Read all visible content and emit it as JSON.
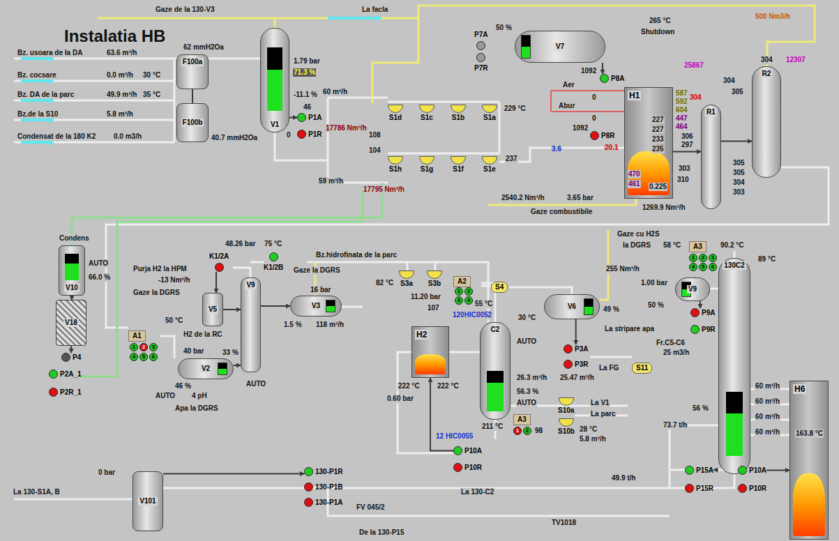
{
  "diagram": {
    "title": "Instalatia HB",
    "nodes": [
      {
        "text": [
          "F100a"
        ]
      },
      {
        "text": [
          "F100b"
        ]
      },
      {
        "text": [
          "V1"
        ]
      },
      {
        "text": [
          "P1A"
        ]
      },
      {
        "text": [
          "P1R"
        ]
      },
      {
        "text": [
          "S1d"
        ]
      },
      {
        "text": [
          "S1c"
        ]
      },
      {
        "text": [
          "S1b"
        ]
      },
      {
        "text": [
          "S1a"
        ]
      },
      {
        "text": [
          "S1h"
        ]
      },
      {
        "text": [
          "S1g"
        ]
      },
      {
        "text": [
          "S1f"
        ]
      },
      {
        "text": [
          "S1e"
        ]
      },
      {
        "text": [
          "P7A"
        ]
      },
      {
        "text": [
          "P7R"
        ]
      },
      {
        "text": [
          "V7"
        ]
      },
      {
        "text": [
          "P8A"
        ]
      },
      {
        "text": [
          "P8R"
        ]
      },
      {
        "text": [
          "H1"
        ]
      },
      {
        "text": [
          "R1"
        ]
      },
      {
        "text": [
          "R2"
        ]
      },
      {
        "text": [
          "V10"
        ]
      },
      {
        "text": [
          "V18"
        ]
      },
      {
        "text": [
          "P4"
        ]
      },
      {
        "text": [
          "P2A_1"
        ]
      },
      {
        "text": [
          "P2R_1"
        ]
      },
      {
        "text": [
          "K1/2A"
        ]
      },
      {
        "text": [
          "K1/2B"
        ]
      },
      {
        "text": [
          "V5"
        ]
      },
      {
        "text": [
          "V9"
        ]
      },
      {
        "text": [
          "A1"
        ]
      },
      {
        "text": [
          "V2"
        ]
      },
      {
        "text": [
          "V3"
        ]
      },
      {
        "text": [
          "A2"
        ]
      },
      {
        "text": [
          "S3a"
        ]
      },
      {
        "text": [
          "S3b"
        ]
      },
      {
        "text": [
          "S4"
        ]
      },
      {
        "text": [
          "C2"
        ]
      },
      {
        "text": [
          "H2"
        ]
      },
      {
        "text": [
          "P10A"
        ]
      },
      {
        "text": [
          "P10R"
        ]
      },
      {
        "text": [
          "A3"
        ]
      },
      {
        "text": [
          "S10a"
        ]
      },
      {
        "text": [
          "S10b"
        ]
      },
      {
        "text": [
          "V6"
        ]
      },
      {
        "text": [
          "P3A"
        ]
      },
      {
        "text": [
          "P3R"
        ]
      },
      {
        "text": [
          "S11"
        ]
      },
      {
        "text": [
          "A3"
        ]
      },
      {
        "text": [
          "V9"
        ]
      },
      {
        "text": [
          "P9A"
        ]
      },
      {
        "text": [
          "P9R"
        ]
      },
      {
        "text": [
          "130C2"
        ]
      },
      {
        "text": [
          "H6"
        ]
      },
      {
        "text": [
          "P15A"
        ]
      },
      {
        "text": [
          "P15R"
        ]
      },
      {
        "text": [
          "P10A"
        ]
      },
      {
        "text": [
          "P10R"
        ]
      },
      {
        "text": [
          "V101"
        ]
      },
      {
        "text": [
          "130-P1R"
        ]
      },
      {
        "text": [
          "130-P1B"
        ]
      },
      {
        "text": [
          "130-P1A"
        ]
      }
    ],
    "edges": [
      {
        "from": 0,
        "to": 1,
        "arrow": "none"
      },
      {
        "from": 2,
        "to": 3,
        "arrow": "to"
      },
      {
        "from": 15,
        "to": 16,
        "arrow": "to"
      },
      {
        "from": 18,
        "to": 19,
        "arrow": "to"
      },
      {
        "from": 19,
        "to": 20,
        "arrow": "to"
      },
      {
        "from": 21,
        "to": 22,
        "arrow": "to"
      },
      {
        "from": 22,
        "to": 23,
        "arrow": "to"
      },
      {
        "from": 26,
        "to": 28,
        "arrow": "to"
      },
      {
        "from": 28,
        "to": 29,
        "arrow": "to"
      },
      {
        "from": 29,
        "to": 32,
        "arrow": "to"
      },
      {
        "from": 31,
        "to": 29,
        "arrow": "to"
      },
      {
        "from": 44,
        "to": 45,
        "arrow": "to"
      },
      {
        "from": 39,
        "to": 38,
        "arrow": "to"
      },
      {
        "from": 49,
        "to": 50,
        "arrow": "to"
      },
      {
        "from": 52,
        "to": 54,
        "arrow": "to"
      },
      {
        "from": 56,
        "to": 53,
        "arrow": "to"
      },
      {
        "from": 58,
        "to": 59,
        "arrow": "to"
      }
    ],
    "labels": [
      "Gaze de la 130-V3",
      "La facla",
      "Bz. usoara de la DA",
      "63.6 m³/h",
      "Bz. cocsare",
      "0.0 m³/h",
      "30 °C",
      "Bz. DA de la parc",
      "49.9 m³/h",
      "35 °C",
      "Bz.de la S10",
      "5.8 m³/h",
      "Condensat de la 180 K2",
      "0.0 m3/h",
      "62 mmH2Oa",
      "40.7 mmH2Oa",
      "1.79 bar",
      "71.3 %",
      "-11.1 %",
      "46",
      "0",
      "60 m³/h",
      "59 m³/h",
      "17786 Nm³/h",
      "17795 Nm³/h",
      "108",
      "104",
      "229 °C",
      "237",
      "50 %",
      "3.6",
      "Aer",
      "Abur",
      "1092",
      "0",
      "0",
      "1092",
      "20.1",
      "265 °C",
      "Shutdown",
      "587",
      "592",
      "604",
      "447",
      "464",
      "306",
      "297",
      "303",
      "310",
      "0.225",
      "470",
      "461",
      "227",
      "227",
      "233",
      "235",
      "2540.2 Nm³/h",
      "3.65 bar",
      "1269.9 Nm³/h",
      "Gaze combustibile",
      "25867",
      "304",
      "304",
      "305",
      "304",
      "12307",
      "500 Nm3/h",
      "305",
      "305",
      "304",
      "303",
      "Condens",
      "AUTO",
      "66.0 %",
      "Purja H2 la HPM",
      "-13 Nm³/h",
      "48.26 bar",
      "75 °C",
      "Gaze la DGRS",
      "H2 de la RC",
      "50 °C",
      "40 bar",
      "33 %",
      "46 %",
      "4 pH",
      "AUTO",
      "AUTO",
      "Apa la DGRS",
      "Gaze la DGRS",
      "16 bar",
      "1.5 %",
      "118 m³/h",
      "Bz.hidrofinata de la parc",
      "82 °C",
      "11.20 bar",
      "107",
      "55 °C",
      "120HIC0052",
      "30 °C",
      "Gaze cu H2S",
      "la DGRS",
      "255 Nm³/h",
      "1.00 bar",
      "50 %",
      "49 %",
      "58 °C",
      "90.2 °C",
      "89 °C",
      "La stripare apa",
      "AUTO",
      "26.3 m³/h",
      "25.47 m³/h",
      "La FG",
      "Fr.C5-C6",
      "25 m3/h",
      "56.3 %",
      "AUTO",
      "La V1",
      "La parc",
      "211 °C",
      "98",
      "28 °C",
      "5.8 m³/h",
      "12 HIC0055",
      "222 °C",
      "222 °C",
      "0.60 bar",
      "56 %",
      "73.7 t/h",
      "49.9 t/h",
      "60 m³/h",
      "60 m³/h",
      "60 m³/h",
      "60 m³/h",
      "163.8 °C",
      "0 bar",
      "La 130-S1A, B",
      "FV 045/2",
      "La 130-C2",
      "De la 130-P15",
      "TV1018",
      "1",
      "2",
      "3",
      "4",
      "5",
      "6",
      "1",
      "2",
      "3",
      "4",
      "1",
      "2",
      "3",
      "4",
      "5",
      "6",
      "1",
      "2"
    ]
  }
}
